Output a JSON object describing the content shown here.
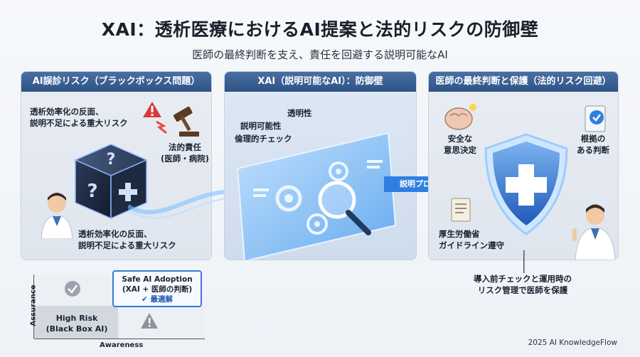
{
  "title": "XAI：透析医療におけるAI提案と法的リスクの防御壁",
  "subtitle": "医師の最終判断を支え、責任を回避する説明可能なAI",
  "left_panel": {
    "header": "AI誤診リスク（ブラックボックス問題）",
    "text_top": [
      "透析効率化の反面、",
      "説明不足による重大リスク"
    ],
    "legal_label": [
      "法的責任",
      "(医師・病院)"
    ],
    "text_bottom": [
      "透析効率化の反面、",
      "説明不足による重大リスク"
    ]
  },
  "mid_panel": {
    "header": "XAI（説明可能なAI）：防御壁",
    "labels": [
      "透明性",
      "説明可能性",
      "倫理的チェック"
    ],
    "arrow_label": "説明プロセス"
  },
  "right_panel": {
    "header": "医師の最終判断と保護（法的リスク回避）",
    "safe_label": [
      "安全な",
      "意思決定"
    ],
    "basis_label": [
      "根拠の",
      "ある判断"
    ],
    "guideline_label": [
      "厚生労働省",
      "ガイドライン遵守"
    ]
  },
  "bottom_note": [
    "導入前チェックと運用時の",
    "リスク管理で医師を保護"
  ],
  "matrix": {
    "y_label": "Assurance",
    "x_label": "Awareness",
    "high_risk": [
      "High Risk",
      "(Black Box AI)"
    ],
    "safe_box": [
      "Safe AI Adoption",
      "(XAI + 医師の判断)"
    ],
    "optimal": "最適解"
  },
  "footer": "2025 AI KnowledgeFlow",
  "colors": {
    "header_blue": "#2e5284",
    "accent_blue": "#2f7fe0",
    "warning_red": "#d63b3b",
    "safe_box_border": "#3a78d8"
  }
}
